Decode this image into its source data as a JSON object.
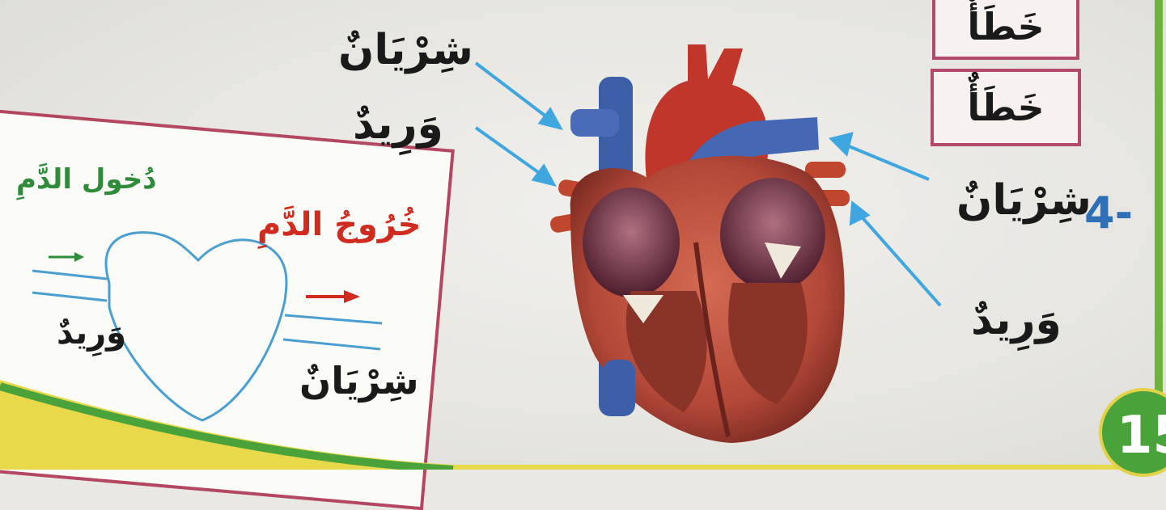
{
  "answers": {
    "box1": "خَطَأٌ",
    "box2": "خَطَأٌ"
  },
  "heart_labels": {
    "left_top": "شِرْيَانٌ",
    "left_second": "وَرِيدٌ",
    "right_number": "4-",
    "right_top": "شِرْيَانٌ",
    "right_bottom": "وَرِيدٌ"
  },
  "schematic": {
    "blood_in": "دُخول الدَّمِ",
    "blood_out": "خُرُوجُ الدَّمِ",
    "vein": "وَرِيدٌ",
    "artery": "شِرْيَانٌ"
  },
  "page_number": "15",
  "colors": {
    "box_border": "#b24a6e",
    "arrow_blue": "#3fa6e0",
    "blood_in_green": "#2e8b3a",
    "blood_out_red": "#d12a1e",
    "vessel_line": "#4a9fd0"
  }
}
